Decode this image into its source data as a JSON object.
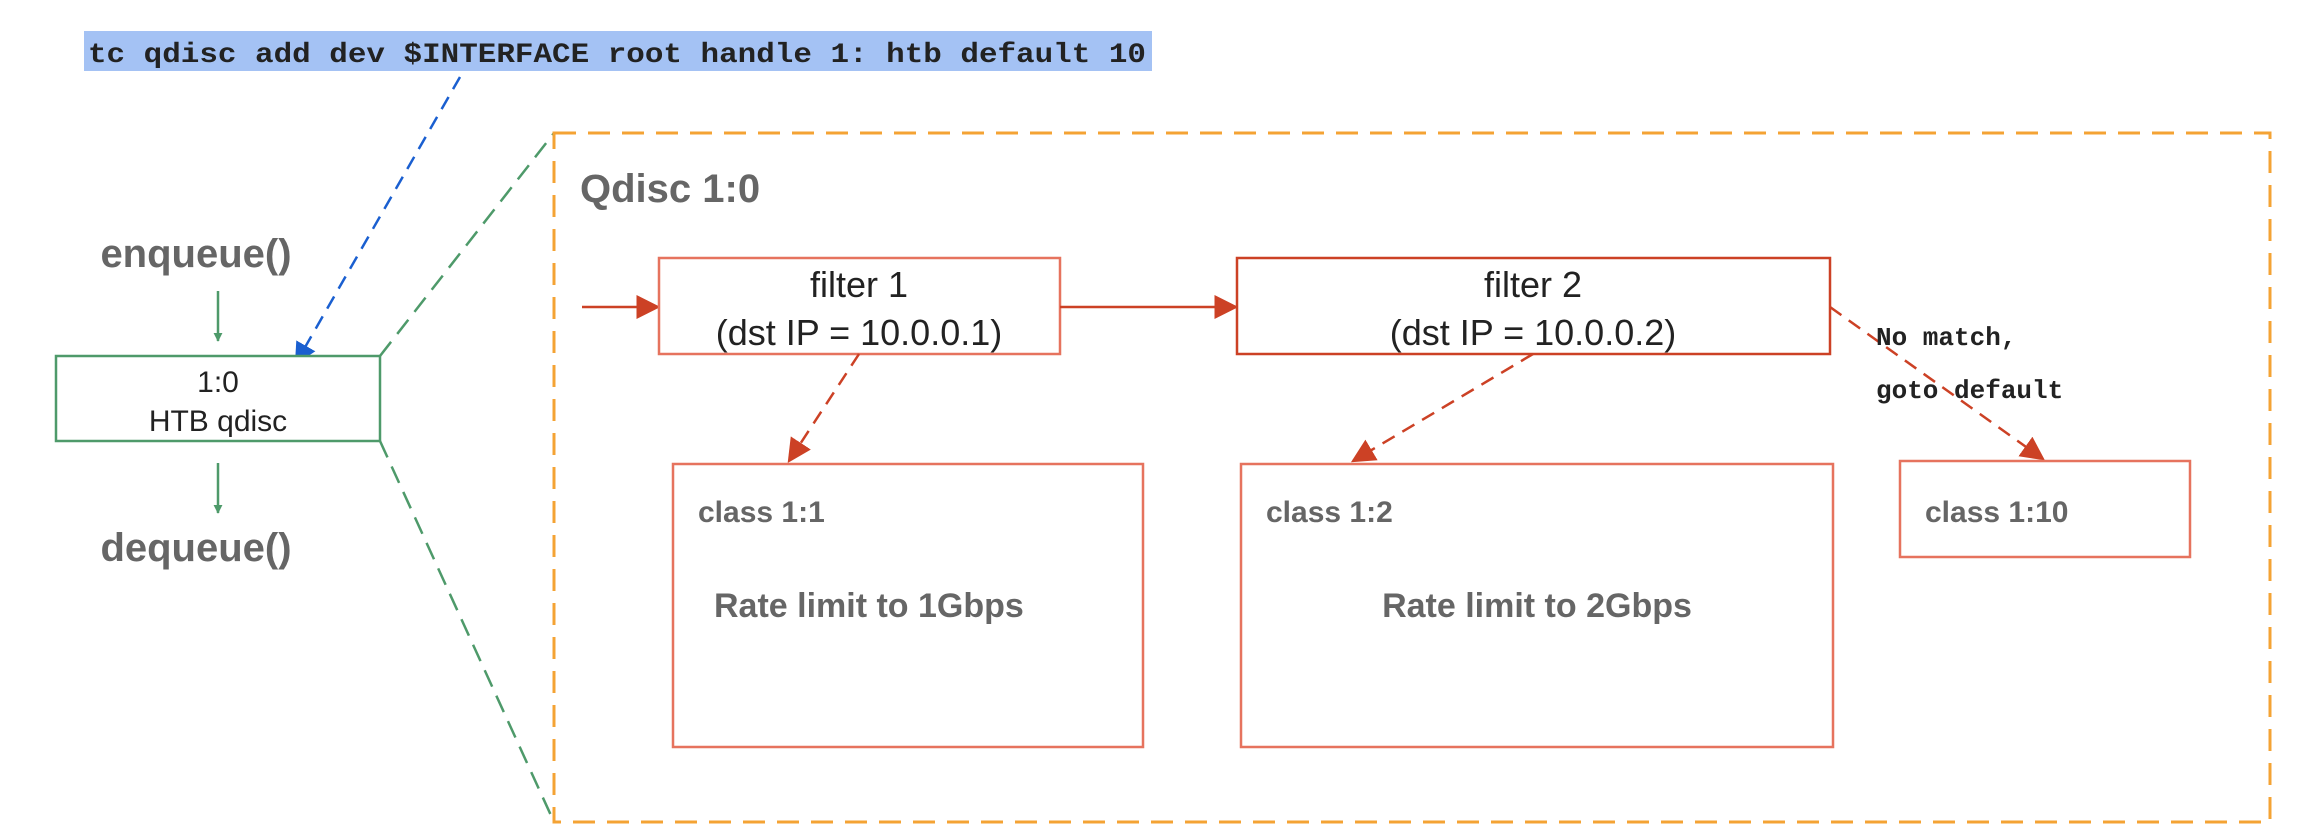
{
  "command": {
    "text": "tc qdisc add dev $INTERFACE root handle 1: htb default 10",
    "highlight_color": "#a4c2f4"
  },
  "outer": {
    "enqueue_label": "enqueue()",
    "dequeue_label": "dequeue()",
    "qdisc_handle": "1:0",
    "qdisc_type": "HTB qdisc"
  },
  "detail": {
    "title": "Qdisc 1:0",
    "filters": [
      {
        "line1": "filter 1",
        "line2": "(dst IP = 10.0.0.1)"
      },
      {
        "line1": "filter 2",
        "line2": "(dst IP = 10.0.0.2)"
      }
    ],
    "classes": [
      {
        "name": "class 1:1",
        "desc": "Rate limit to 1Gbps"
      },
      {
        "name": "class 1:2",
        "desc": "Rate limit to 2Gbps"
      },
      {
        "name": "class 1:10",
        "desc": ""
      }
    ],
    "no_match_line1": "No match,",
    "no_match_line2": "goto default"
  },
  "colors": {
    "green": "#4e9a6a",
    "blue": "#1a5fd0",
    "orange": "#f4a334",
    "red": "#cc4125",
    "salmon": "#e6735e",
    "gray_text": "#666666",
    "black_text": "#222222"
  }
}
